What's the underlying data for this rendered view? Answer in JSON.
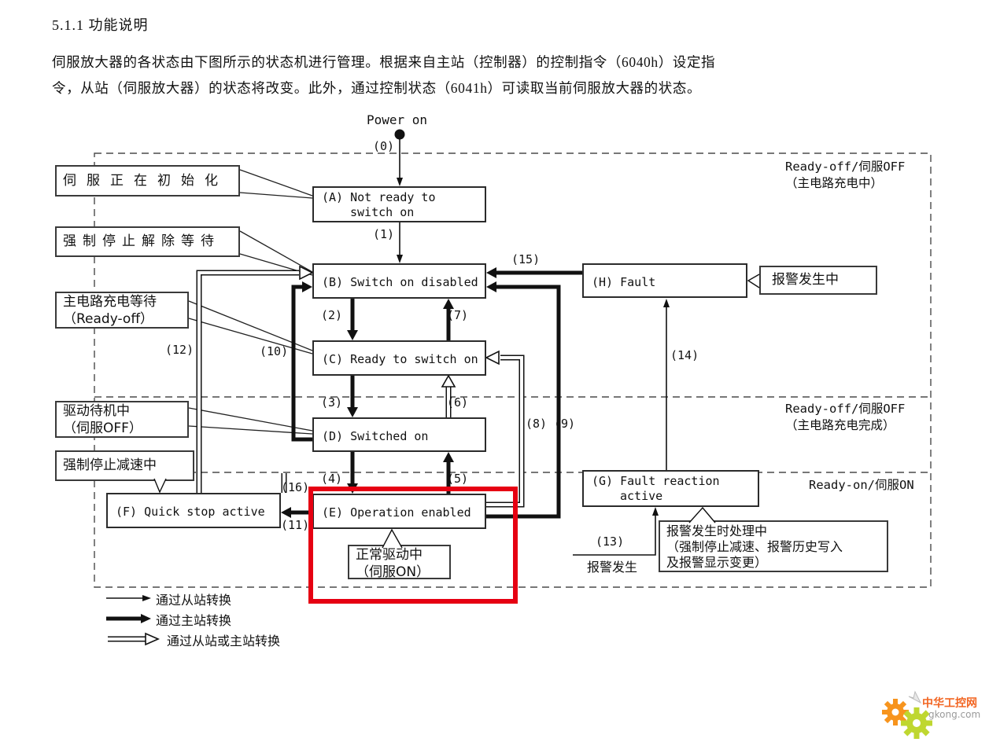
{
  "page": {
    "heading": "5.1.1 功能说明",
    "body_line1": "伺服放大器的各状态由下图所示的状态机进行管理。根据来自主站（控制器）的控制指令（6040h）设定指",
    "body_line2": "令，从站（伺服放大器）的状态将改变。此外，通过控制状态（6041h）可读取当前伺服放大器的状态。"
  },
  "diagram": {
    "power_on_label": "Power on",
    "states": {
      "A": {
        "line1": "(A) Not ready to",
        "line2": "switch on"
      },
      "B": {
        "line1": "(B) Switch on disabled"
      },
      "C": {
        "line1": "(C) Ready to switch on"
      },
      "D": {
        "line1": "(D) Switched on"
      },
      "E": {
        "line1": "(E) Operation enabled"
      },
      "F": {
        "line1": "(F) Quick stop active"
      },
      "G": {
        "line1": "(G) Fault reaction",
        "line2": "active"
      },
      "H": {
        "line1": "(H) Fault"
      }
    },
    "callouts": {
      "init": "伺服正在初始化",
      "estop_release_wait": "强制停止解除等待",
      "main_charge_wait_1": "主电路充电等待",
      "main_charge_wait_2": "（Ready-off）",
      "drive_standby_1": "驱动待机中",
      "drive_standby_2": "（伺服OFF）",
      "estop_decel": "强制停止减速中",
      "alarm_occurring": "报警发生中",
      "normal_drive_1": "正常驱动中",
      "normal_drive_2": "（伺服ON）",
      "alarm_processing_1": "报警发生时处理中",
      "alarm_processing_2": "（强制停止减速、报警历史写入",
      "alarm_processing_3": "及报警显示变更）",
      "alarm_occurred": "报警发生"
    },
    "regions": {
      "r1_line1": "Ready-off/伺服OFF",
      "r1_line2": "（主电路充电中）",
      "r2_line1": "Ready-off/伺服OFF",
      "r2_line2": "（主电路充电完成）",
      "r3": "Ready-on/伺服ON"
    },
    "transitions": {
      "t0": "(0)",
      "t1": "(1)",
      "t2": "(2)",
      "t3": "(3)",
      "t4": "(4)",
      "t5": "(5)",
      "t6": "(6)",
      "t7": "(7)",
      "t8": "(8)",
      "t9": "(9)",
      "t10": "(10)",
      "t11": "(11)",
      "t12": "(12)",
      "t13": "(13)",
      "t14": "(14)",
      "t15": "(15)",
      "t16": "(16)"
    },
    "legend": {
      "slave": "通过从站转换",
      "master": "通过主站转换",
      "slave_or_master": "通过从站或主站转换"
    }
  },
  "watermark": {
    "site_name": "中华工控网",
    "site_url": "gkong.com"
  },
  "colors": {
    "highlight_red": "#e60012",
    "logo_orange": "#f7941d",
    "logo_green": "#bfd730",
    "logo_text_orange": "#f26522"
  }
}
